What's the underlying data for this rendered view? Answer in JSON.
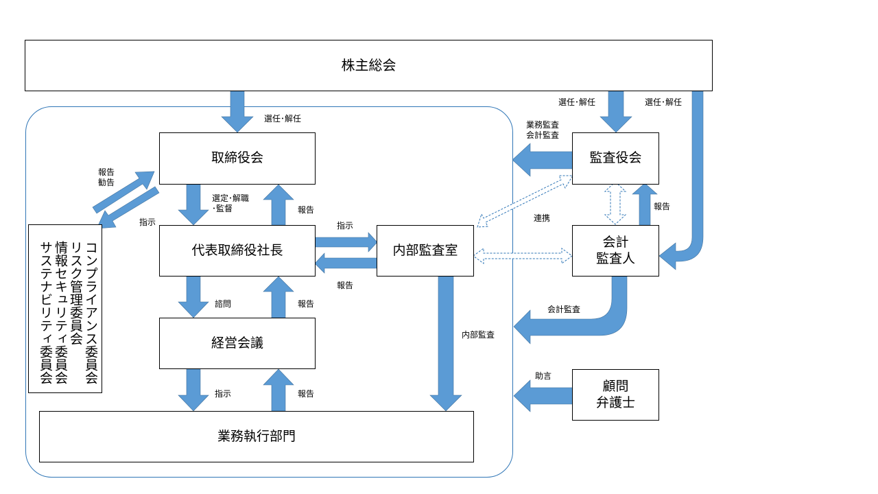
{
  "boxes": {
    "shareholders": "株主総会",
    "board": "取締役会",
    "president": "代表取締役社長",
    "management_meeting": "経営会議",
    "business_dept": "業務執行部門",
    "internal_audit": "内部監査室",
    "audit_board": "監査役会",
    "accounting_auditor": "会計\n監査人",
    "legal_advisor": "顧問\n弁護士"
  },
  "committees": [
    "コンプライアンス委員会",
    "リスク管理委員会",
    "情報セキュリティ委員会",
    "サステナビリティ委員会"
  ],
  "labels": {
    "elect_dismiss_board": "選任･解任",
    "elect_dismiss_audit": "選任･解任",
    "elect_dismiss_auditor": "選任･解任",
    "audit_types": "業務監査\n会計監査",
    "report_advise": "報告\n勧告",
    "instruct_committee": "指示",
    "select_dismiss_supervise": "選定･解職\n･監督",
    "report_to_board": "報告",
    "instruct_internal": "指示",
    "report_from_internal": "報告",
    "cooperation": "連携",
    "report_auditor": "報告",
    "consult": "諮問",
    "report_to_president": "報告",
    "instruct_business": "指示",
    "report_from_business": "報告",
    "internal_audit_label": "内部監査",
    "accounting_audit": "会計監査",
    "advice": "助言"
  },
  "colors": {
    "arrow": "#5b9bd5",
    "container": "#2e75b6",
    "dashed": "#2e75b6"
  }
}
